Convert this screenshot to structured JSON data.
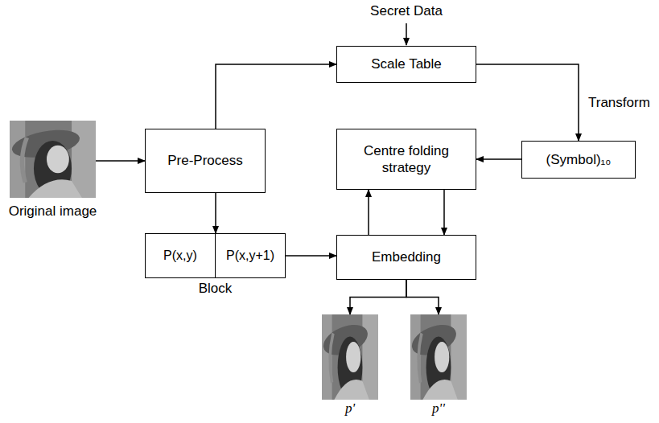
{
  "diagram": {
    "nodes": [
      {
        "text": [
          "Scale Table"
        ]
      },
      {
        "text": [
          "Original image"
        ]
      },
      {
        "text": [
          "Pre-Process"
        ]
      },
      {
        "text": [
          "Centre folding strategy"
        ]
      },
      {
        "text": [
          "(Symbol)₁₀"
        ]
      },
      {
        "text": [
          "Block"
        ]
      },
      {
        "text": [
          "P(x,y)"
        ],
        "in": 5
      },
      {
        "text": [
          "P(x,y+1)"
        ],
        "in": 5
      },
      {
        "text": [
          "Embedding"
        ]
      },
      {
        "text": [
          "p'"
        ]
      },
      {
        "text": [
          "p''"
        ]
      }
    ],
    "edges": [
      {
        "from": 1,
        "to": 2,
        "arrow": "to"
      },
      {
        "from": 2,
        "to": 0,
        "arrow": "to"
      },
      {
        "from": 2,
        "to": 5,
        "arrow": "to"
      },
      {
        "from": 0,
        "to": 4,
        "label": "Transform",
        "arrow": "to"
      },
      {
        "from": 4,
        "to": 3,
        "arrow": "to"
      },
      {
        "from": 5,
        "to": 8,
        "arrow": "to"
      },
      {
        "from": 8,
        "to": 3,
        "arrow": "to"
      },
      {
        "from": 3,
        "to": 8,
        "arrow": "to"
      },
      {
        "from": 8,
        "to": 9,
        "arrow": "to"
      },
      {
        "from": 8,
        "to": 10,
        "arrow": "to"
      }
    ],
    "labels": [
      "Secret Data"
    ]
  }
}
